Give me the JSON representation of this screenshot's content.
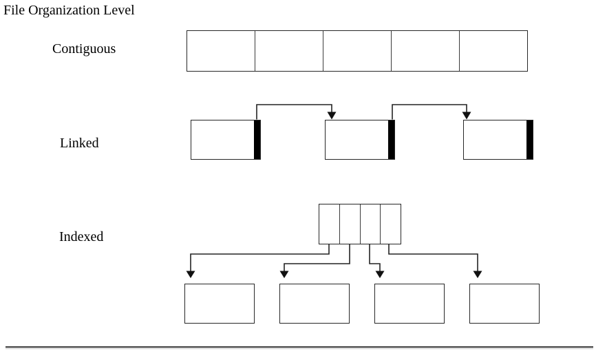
{
  "diagram": {
    "title": "File Organization Level",
    "rows": [
      {
        "id": "contiguous",
        "label": "Contiguous",
        "block_count": 5
      },
      {
        "id": "linked",
        "label": "Linked",
        "block_count": 3,
        "pointer_bar_per_block": 1,
        "link_arrow_count": 2
      },
      {
        "id": "indexed",
        "label": "Indexed",
        "index_cell_count": 4,
        "data_block_count": 4,
        "index_arrow_count": 4
      }
    ],
    "colors": {
      "background": "#ffffff",
      "box_border": "#262626",
      "connector_line": "#222222",
      "pointer_bar": "#000000",
      "cell_divider": "#3a3a3a",
      "bottom_rule_dark": "#3a3a3a",
      "bottom_rule_light": "#c0c0c0"
    }
  }
}
